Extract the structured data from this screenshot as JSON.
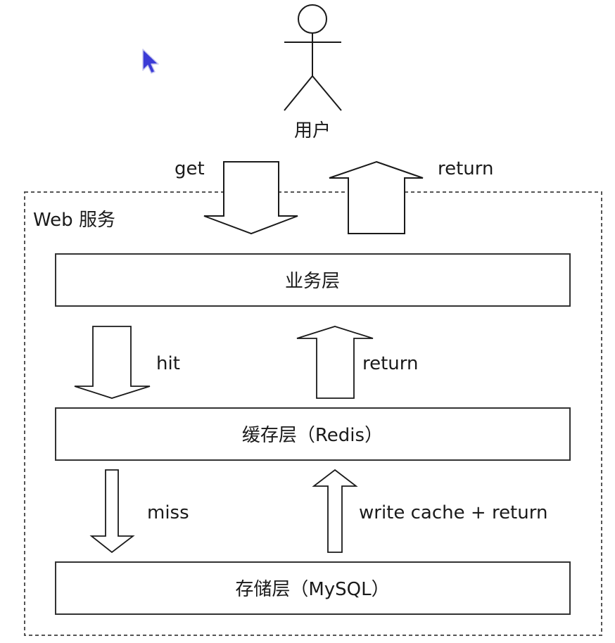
{
  "diagram": {
    "actor": {
      "label": "用户"
    },
    "container": {
      "label": "Web 服务"
    },
    "layers": [
      {
        "id": "business",
        "label": "业务层"
      },
      {
        "id": "cache",
        "label": "缓存层（Redis）"
      },
      {
        "id": "storage",
        "label": "存储层（MySQL）"
      }
    ],
    "arrows": [
      {
        "id": "user-get",
        "direction": "down",
        "from": "用户",
        "to": "业务层",
        "label": "get"
      },
      {
        "id": "user-return",
        "direction": "up",
        "from": "业务层",
        "to": "用户",
        "label": "return"
      },
      {
        "id": "cache-hit",
        "direction": "down",
        "from": "业务层",
        "to": "缓存层（Redis）",
        "label": "hit"
      },
      {
        "id": "cache-return",
        "direction": "up",
        "from": "缓存层（Redis）",
        "to": "业务层",
        "label": "return"
      },
      {
        "id": "db-miss",
        "direction": "down",
        "from": "缓存层（Redis）",
        "to": "存储层（MySQL）",
        "label": "miss"
      },
      {
        "id": "db-write-return",
        "direction": "up",
        "from": "存储层（MySQL）",
        "to": "缓存层（Redis）",
        "label": "write cache + return"
      }
    ]
  },
  "colors": {
    "stroke": "#2a2a2a",
    "dashed_border": "#555555",
    "cursor": "#3b3bd6"
  }
}
